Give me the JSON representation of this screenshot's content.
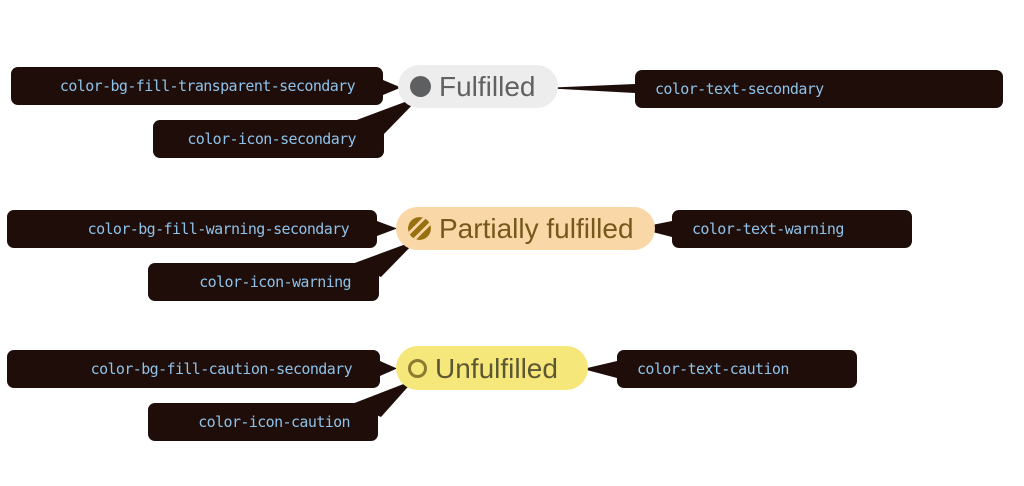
{
  "colors": {
    "annotation_box_bg": "#1e0d08",
    "annotation_text": "#8fc2ea",
    "page_bg": "#ffffff",
    "fulfilled_badge_bg": "#ededed",
    "fulfilled_text": "#616161",
    "fulfilled_icon": "#5d5f61",
    "warning_badge_bg": "#fad7a6",
    "warning_text": "#76591a",
    "warning_icon": "#97700f",
    "caution_badge_bg": "#f6e77b",
    "caution_text": "#5c5733",
    "caution_icon": "#8a7b2e"
  },
  "rows": [
    {
      "badge": {
        "label": "Fulfilled",
        "icon": "filled-circle-icon"
      },
      "annotations": {
        "bg": "color-bg-fill-transparent-secondary",
        "icon": "color-icon-secondary",
        "text": "color-text-secondary"
      }
    },
    {
      "badge": {
        "label": "Partially fulfilled",
        "icon": "striped-circle-icon"
      },
      "annotations": {
        "bg": "color-bg-fill-warning-secondary",
        "icon": "color-icon-warning",
        "text": "color-text-warning"
      }
    },
    {
      "badge": {
        "label": "Unfulfilled",
        "icon": "ring-circle-icon"
      },
      "annotations": {
        "bg": "color-bg-fill-caution-secondary",
        "icon": "color-icon-caution",
        "text": "color-text-caution"
      }
    }
  ]
}
